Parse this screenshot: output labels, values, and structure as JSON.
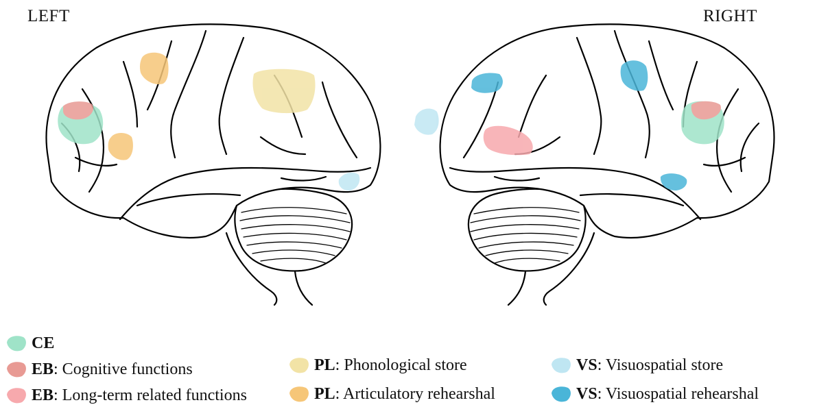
{
  "hemispheres": {
    "left": "LEFT",
    "right": "RIGHT"
  },
  "colors": {
    "ce": "#9fe3c8",
    "eb_cognitive": "#e89a94",
    "eb_long_term": "#f7a9ad",
    "pl_store": "#f2e3a6",
    "pl_rehearsal": "#f6c678",
    "vs_store": "#bfe6f2",
    "vs_rehearsal": "#4ab5d8"
  },
  "legend": {
    "ce": {
      "abbr": "CE",
      "text": ""
    },
    "eb_cognitive": {
      "abbr": "EB",
      "text": ": Cognitive functions"
    },
    "eb_long_term": {
      "abbr": "EB",
      "text": ": Long-term related functions"
    },
    "pl_store": {
      "abbr": "PL",
      "text": ": Phonological store"
    },
    "pl_rehearsal": {
      "abbr": "PL",
      "text": ": Articulatory rehearshal"
    },
    "vs_store": {
      "abbr": "VS",
      "text": ": Visuospatial store"
    },
    "vs_rehearsal": {
      "abbr": "VS",
      "text": ": Visuospatial rehearshal"
    }
  }
}
